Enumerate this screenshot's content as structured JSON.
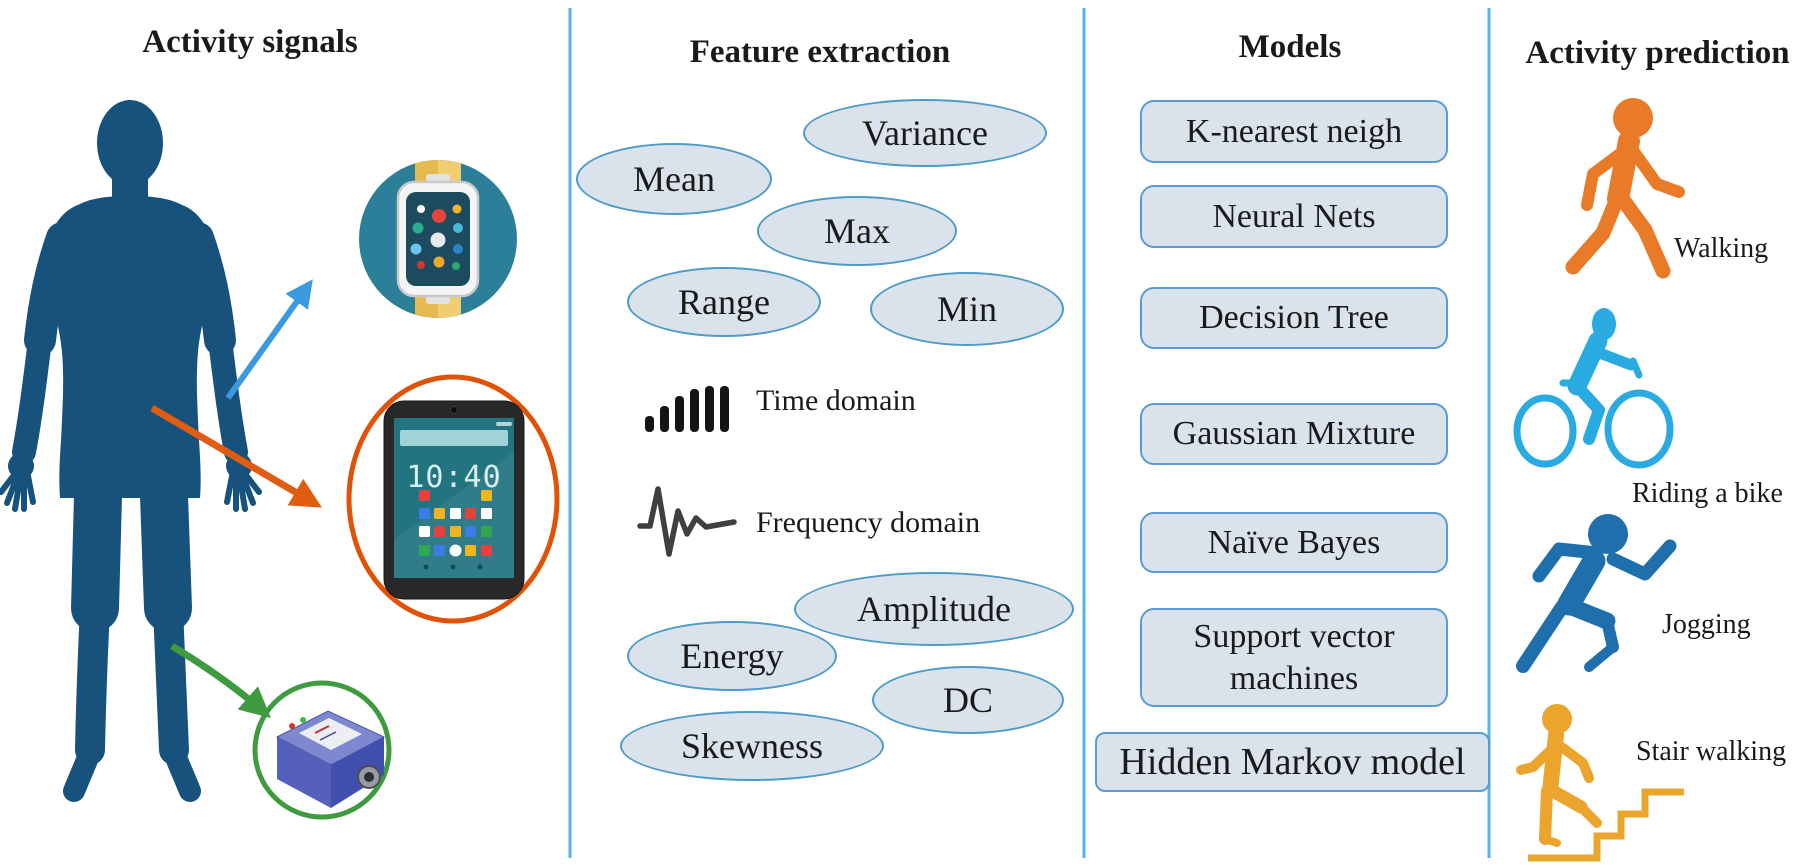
{
  "columns": [
    {
      "title": "Activity signals"
    },
    {
      "title": "Feature extraction"
    },
    {
      "title": "Models"
    },
    {
      "title": "Activity prediction"
    }
  ],
  "activity_signals": {
    "phone_clock": "10:40",
    "devices": [
      {
        "name": "smartwatch-icon"
      },
      {
        "name": "smartphone-icon"
      },
      {
        "name": "accelerometer-sensor-icon"
      }
    ]
  },
  "feature_extraction": {
    "ellipses": [
      {
        "label": "Variance"
      },
      {
        "label": "Mean"
      },
      {
        "label": "Max"
      },
      {
        "label": "Range"
      },
      {
        "label": "Min"
      },
      {
        "label": "Amplitude"
      },
      {
        "label": "Energy"
      },
      {
        "label": "DC"
      },
      {
        "label": "Skewness"
      }
    ],
    "domains": [
      {
        "label": "Time domain",
        "icon": "signal-bars-icon"
      },
      {
        "label": "Frequency domain",
        "icon": "waveform-icon"
      }
    ]
  },
  "models": {
    "items": [
      {
        "label": "K-nearest neigh"
      },
      {
        "label": "Neural Nets"
      },
      {
        "label": "Decision Tree"
      },
      {
        "label": "Gaussian Mixture"
      },
      {
        "label": "Naïve Bayes"
      },
      {
        "label": "Support vector machines"
      },
      {
        "label": "Hidden Markov model"
      }
    ]
  },
  "activity_prediction": {
    "activities": [
      {
        "label": "Walking",
        "icon": "walking-person-icon",
        "color": "#e87a28"
      },
      {
        "label": "Riding a bike",
        "icon": "cyclist-icon",
        "color": "#29abe2"
      },
      {
        "label": "Jogging",
        "icon": "jogger-icon",
        "color": "#1f6fad"
      },
      {
        "label": "Stair walking",
        "icon": "stair-climber-icon",
        "color": "#eba42c"
      }
    ]
  },
  "colors": {
    "divider": "#56b4e6",
    "ellipse_fill": "#dae3eb",
    "ellipse_border": "#4e9bc8",
    "box_border": "#5b9bd5",
    "body_silhouette": "#16527c",
    "arrow_blue": "#3b99e0",
    "arrow_orange": "#e05c10",
    "arrow_green": "#3f9b3f"
  }
}
